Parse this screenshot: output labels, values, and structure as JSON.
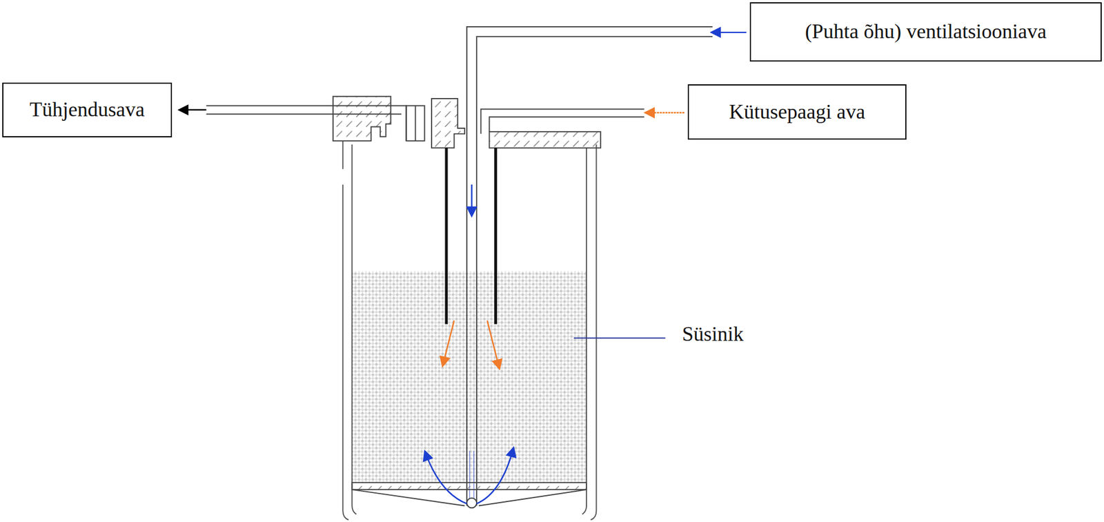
{
  "diagram": {
    "nodes": [
      {
        "text": [
          "(Puhta õhu) ventilatsiooniava"
        ]
      },
      {
        "text": [
          "Tühjendusava"
        ]
      },
      {
        "text": [
          "Kütusepaagi ava"
        ]
      }
    ],
    "labels": [
      "Süsinik"
    ]
  }
}
